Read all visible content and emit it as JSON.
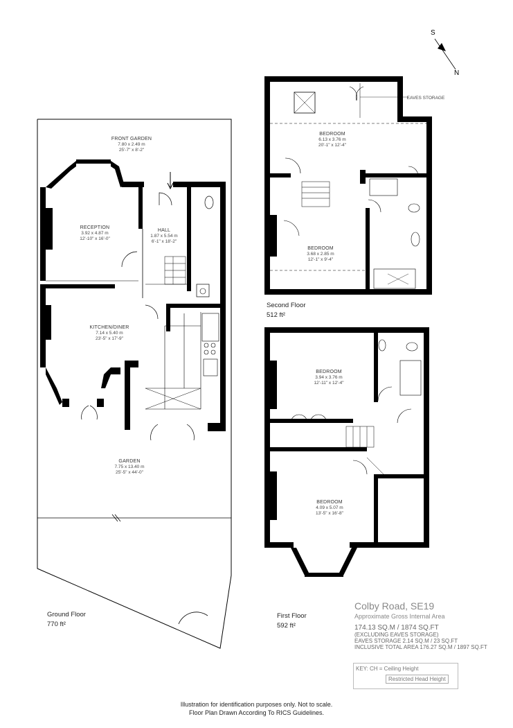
{
  "compass": {
    "south": "S",
    "north": "N"
  },
  "rooms": {
    "front_garden": {
      "name": "FRONT GARDEN",
      "metric": "7.80 x 2.49 m",
      "imperial": "25'-7\" x 8'-2\""
    },
    "reception": {
      "name": "RECEPTION",
      "metric": "3.92 x 4.87 m",
      "imperial": "12'-10\" x 16'-0\""
    },
    "hall": {
      "name": "HALL",
      "metric": "1.87 x 5.54 m",
      "imperial": "6'-1\" x 18'-2\""
    },
    "kitchen": {
      "name": "KITCHEN/DINER",
      "metric": "7.14 x 5.40 m",
      "imperial": "23'-5\" x 17'-9\""
    },
    "garden": {
      "name": "GARDEN",
      "metric": "7.75 x 13.40 m",
      "imperial": "25'-5\" x 44'-0\""
    },
    "eaves_storage": {
      "name": "EAVES STORAGE"
    },
    "sf_bedroom_1": {
      "name": "BEDROOM",
      "metric": "6.13 x 3.76 m",
      "imperial": "20'-1\" x 12'-4\""
    },
    "sf_bedroom_2": {
      "name": "BEDROOM",
      "metric": "3.68 x 2.85 m",
      "imperial": "12'-1\" x 9'-4\""
    },
    "ff_bedroom_1": {
      "name": "BEDROOM",
      "metric": "3.94 x 3.76 m",
      "imperial": "12'-11\" x 12'-4\""
    },
    "ff_bedroom_2": {
      "name": "BEDROOM",
      "metric": "4.09 x 5.07 m",
      "imperial": "13'-5\" x 16'-8\""
    }
  },
  "floors": {
    "ground": {
      "name": "Ground Floor",
      "area": "770 ft²"
    },
    "first": {
      "name": "First Floor",
      "area": "592 ft²"
    },
    "second": {
      "name": "Second Floor",
      "area": "512 ft²"
    }
  },
  "info": {
    "title": "Colby Road, SE19",
    "subtitle": "Approximate Gross Internal Area",
    "area": "174.13 SQ.M / 1874 SQ.FT",
    "excluding": "(EXCLUDING EAVES STORAGE)",
    "eaves": "EAVES STORAGE  2.14 SQ.M / 23 SQ.FT",
    "inclusive": "INCLUSIVE TOTAL AREA 176.27 SQ.M / 1897 SQ.FT"
  },
  "key": {
    "ceiling": "KEY: CH = Ceiling Height",
    "restricted": "Restricted Head Height"
  },
  "disclaimer": {
    "line1": "Illustration for identification purposes only. Not to scale.",
    "line2": "Floor Plan Drawn According To RICS Guidelines."
  }
}
